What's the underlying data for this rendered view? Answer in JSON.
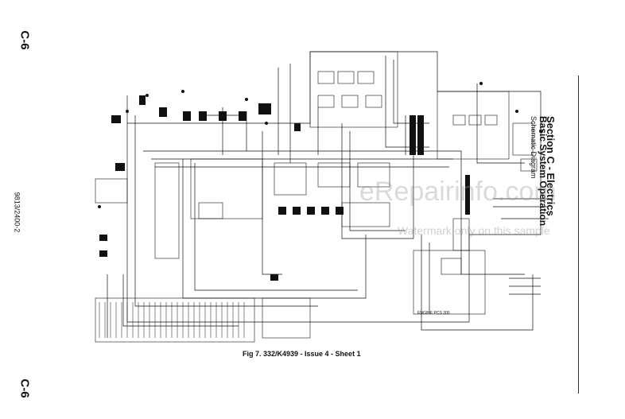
{
  "page": {
    "code_top": "C-6",
    "code_bottom": "C-6",
    "doc_number": "9813/2400-2",
    "section_title": "Section C - Electrics",
    "section_subtitle": "Basic System Operation",
    "section_subtitle2": "Schematic Diagram",
    "figure_caption": "Fig 7. 332/K4939 - Issue 4 - Sheet 1"
  },
  "watermark": {
    "main": "eRepairinfo.com",
    "sub": "Watermark only on this sample"
  },
  "diagram": {
    "inner_label": "ENGINE PCS 300"
  }
}
